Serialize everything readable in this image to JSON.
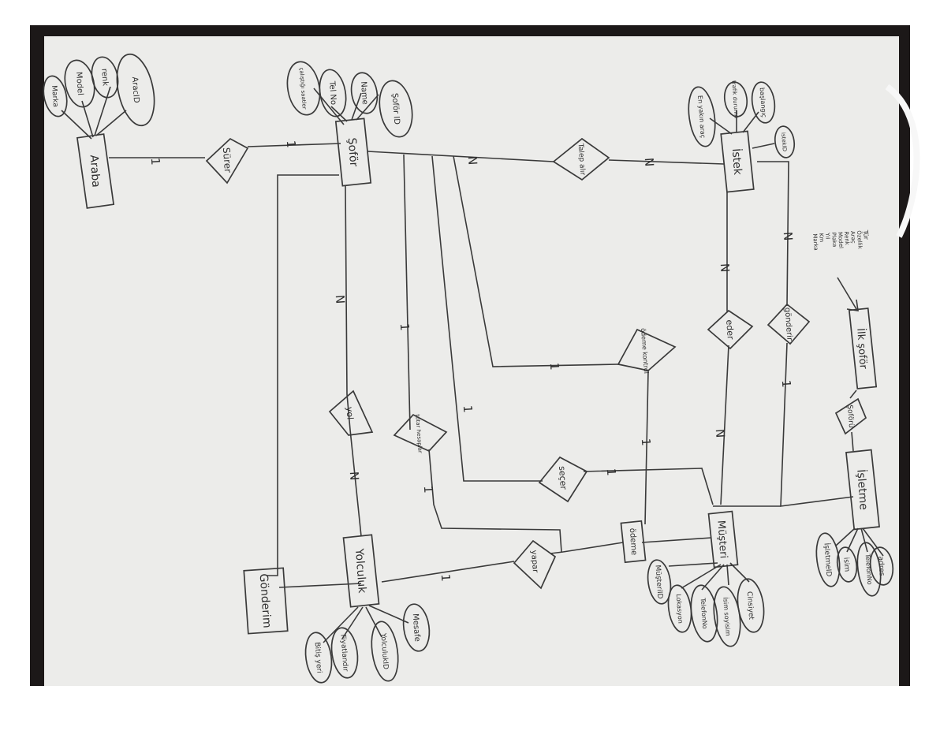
{
  "diagram": {
    "entities": {
      "araba": "Araba",
      "sofor": "Şoför",
      "istek": "İstek",
      "yolculuk": "Yolculuk",
      "gonderim": "Gönderim",
      "musteri": "Müşteri",
      "isletme": "İşletme",
      "ilk_sofor": "İlk şoför"
    },
    "relationships": {
      "surer": "Sürer",
      "talep_alir": "Talep alır",
      "gonderir": "gönderir",
      "eder": "eder",
      "odeme_kontrol": "ödeme kontrol",
      "yapar": "yapar",
      "tutar_hesaplar": "tutar hesaplar",
      "secer": "seçer",
      "odeme": "ödeme",
      "yol": "yol",
      "soforu": "Şoförü"
    },
    "attributes": {
      "araba": [
        "AracID",
        "renk",
        "Model",
        "Marka"
      ],
      "sofor": [
        "Şoför ID",
        "Name",
        "Tel No",
        "çalıştığı saatler"
      ],
      "istek": [
        "En yakın araç",
        "trafik durumu",
        "başlangıç",
        "istekID"
      ],
      "yolculuk": [
        "Mesafe",
        "YolculukID",
        "Fiyatlandır",
        "Bitiş yeri"
      ],
      "musteri": [
        "MüşteriID",
        "Cinsiyet",
        "İsim soyisim",
        "TelefonNo",
        "Lokasyon"
      ],
      "isletme": [
        "adres",
        "TelefonNo",
        "isim",
        "İşletmeID"
      ]
    },
    "note": [
      "Tür",
      "Özellik",
      "Araç",
      "Renk",
      "Model",
      "Plaka",
      "Yıl",
      "Km",
      "Marka"
    ],
    "cardinalities": {
      "c1": "1",
      "c2": "1",
      "c3": "N",
      "c4": "N",
      "c5": "N",
      "c6": "N",
      "c7": "1",
      "c8": "1",
      "c9": "N",
      "c10": "N",
      "c11": "1",
      "c12": "1",
      "c13": "1",
      "c14": "1",
      "c15": "1",
      "c16": "N",
      "c17": "1"
    }
  },
  "colors": {
    "ink": "#3a3a3a",
    "paper": "#ececea",
    "background": "#1c1818"
  }
}
